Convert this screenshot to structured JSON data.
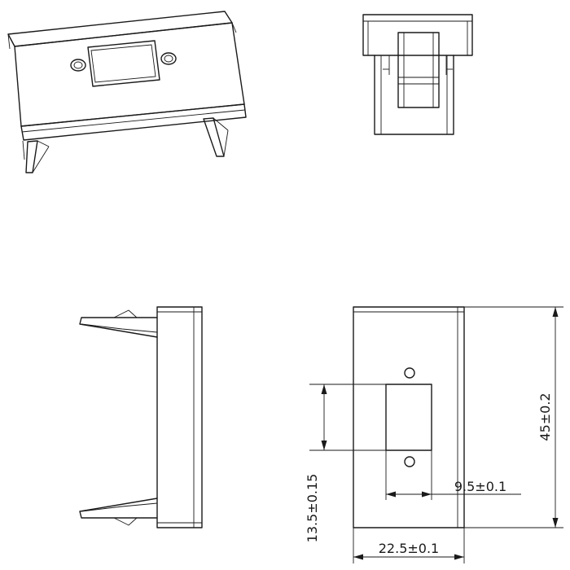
{
  "drawing": {
    "dimensions": {
      "height_label": "45±0.2",
      "opening_height_label": "13.5±0.15",
      "opening_width_label": "9.5±0.1",
      "width_label": "22.5±0.1"
    }
  }
}
